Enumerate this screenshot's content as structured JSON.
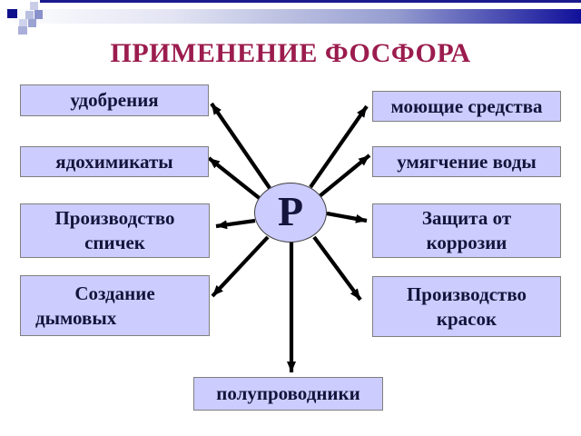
{
  "slide": {
    "title": "ПРИМЕНЕНИЕ ФОСФОРА",
    "center": {
      "label": "P"
    },
    "boxes": {
      "left": [
        {
          "lines": [
            "удобрения"
          ]
        },
        {
          "lines": [
            "ядохимикаты"
          ]
        },
        {
          "lines": [
            "Производство",
            "спичек"
          ]
        },
        {
          "lines": [
            "Создание",
            "дымовых"
          ]
        }
      ],
      "right": [
        {
          "lines": [
            "моющие средства"
          ]
        },
        {
          "lines": [
            "умягчение воды"
          ]
        },
        {
          "lines": [
            "Защита от",
            "коррозии"
          ]
        },
        {
          "lines": [
            "Производство",
            "красок"
          ]
        }
      ],
      "bottom": [
        {
          "lines": [
            "полупроводники"
          ]
        }
      ]
    },
    "colors": {
      "title": "#9b1c4e",
      "box_fill": "#ccccff",
      "box_border": "#7f7f7f",
      "box_text": "#14143c",
      "accent_bar": "#11109a",
      "arrow": "#000000"
    }
  }
}
